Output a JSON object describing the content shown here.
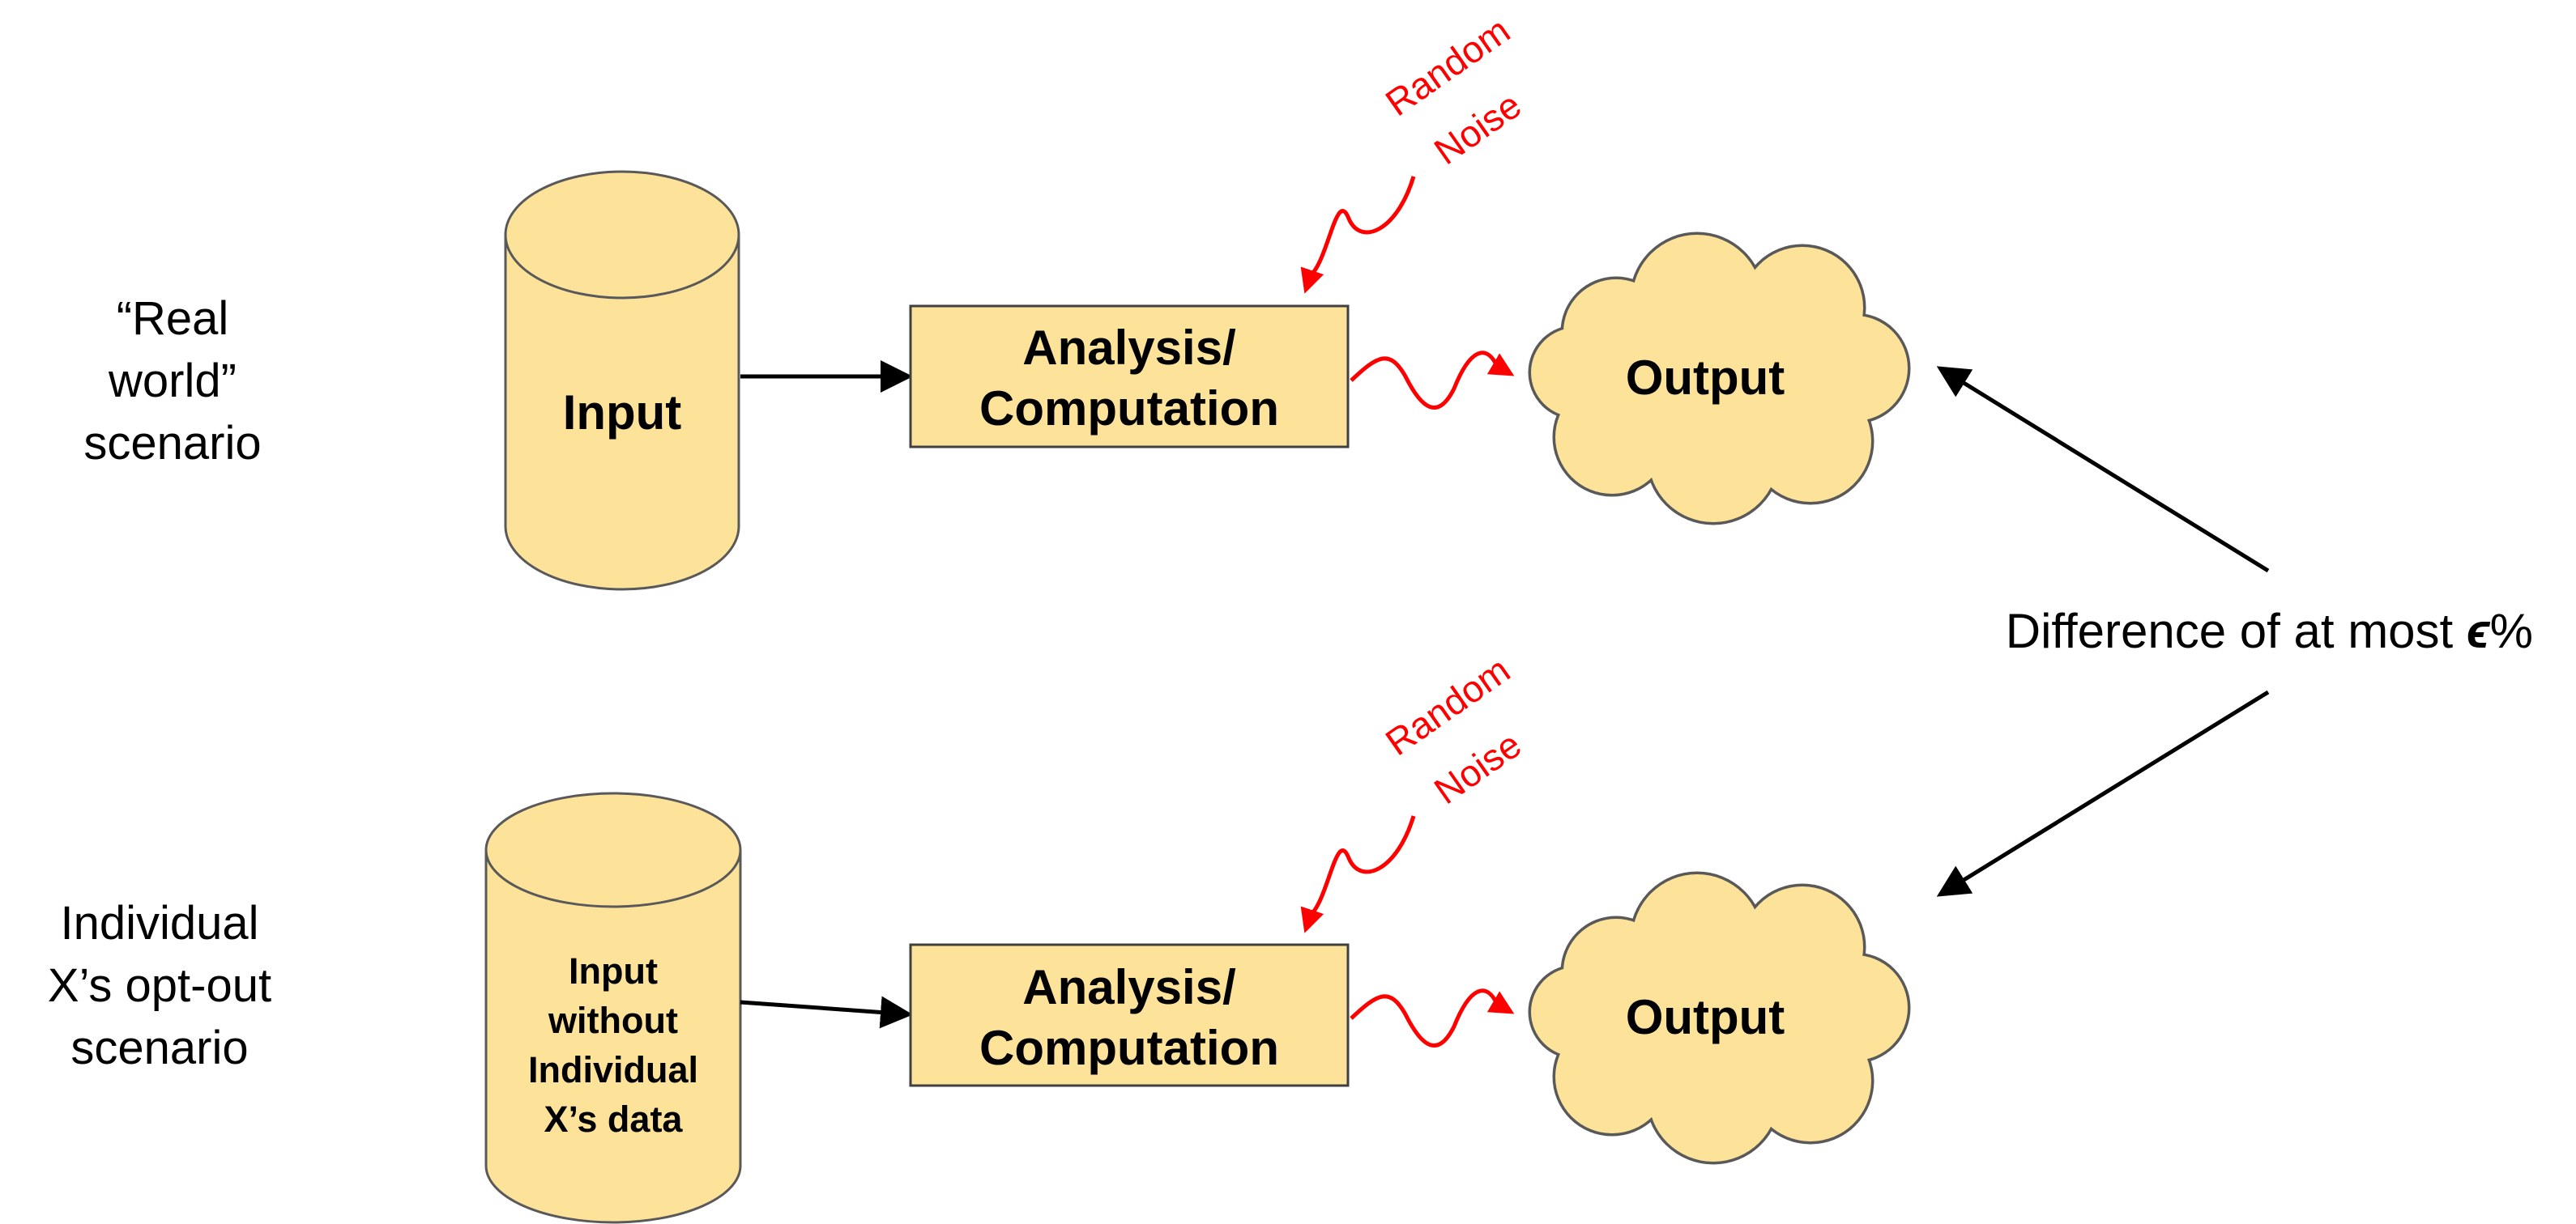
{
  "scenarios": {
    "real": {
      "line1": "“Real",
      "line2": "world”",
      "line3": "scenario"
    },
    "optout": {
      "line1": "Individual",
      "line2": "X’s opt-out",
      "line3": "scenario"
    }
  },
  "top_row": {
    "input_label": "Input",
    "analysis_line1": "Analysis/",
    "analysis_line2": "Computation",
    "noise_line1": "Random",
    "noise_line2": "Noise",
    "output_label": "Output"
  },
  "bottom_row": {
    "input_line1": "Input",
    "input_line2": "without",
    "input_line3": "Individual",
    "input_line4": "X’s data",
    "analysis_line1": "Analysis/",
    "analysis_line2": "Computation",
    "noise_line1": "Random",
    "noise_line2": "Noise",
    "output_label": "Output"
  },
  "difference": {
    "text": "Difference of at most ",
    "symbol": "ϵ",
    "suffix": "%"
  },
  "colors": {
    "shape_fill": "#fde39a",
    "shape_stroke": "#595959",
    "noise_red": "#ff0000",
    "text": "#000000"
  }
}
